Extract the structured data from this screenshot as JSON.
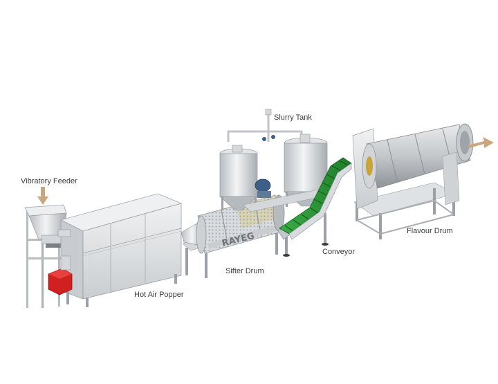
{
  "labels": {
    "vibratory_feeder": "Vibratory Feeder",
    "hot_air_popper": "Hot Air Popper",
    "sifter_drum": "Sifter Drum",
    "slurry_tank": "Slurry Tank",
    "conveyor": "Conveyor",
    "flavour_drum": "Flavour Drum"
  },
  "brand": "RAYEG",
  "colors": {
    "steel_light": "#e4e6e8",
    "steel_mid": "#c5c9cc",
    "steel_dark": "#8f959a",
    "belt_green": "#2e9a3a",
    "heater_red": "#d0201f",
    "arrow": "#c9a77d",
    "motor_blue": "#3b5f86"
  }
}
